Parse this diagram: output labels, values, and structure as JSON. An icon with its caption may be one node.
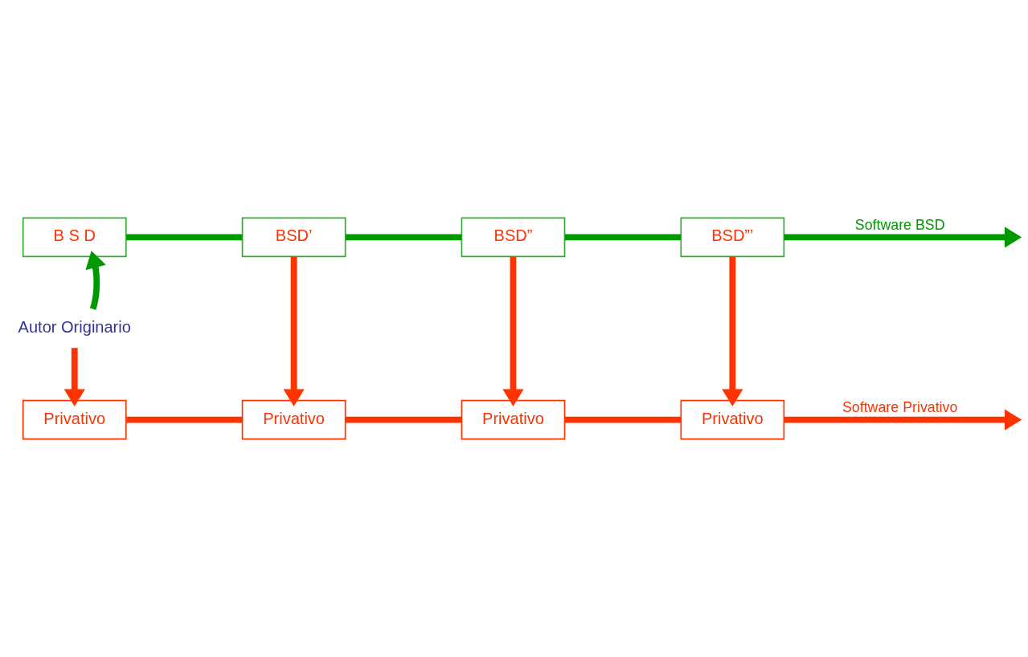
{
  "diagram": {
    "nodes": [
      {
        "text": [
          "B S D"
        ]
      },
      {
        "text": [
          "BSD’"
        ]
      },
      {
        "text": [
          "BSD”"
        ]
      },
      {
        "text": [
          "BSD”’"
        ]
      },
      {
        "text": [
          "Privativo"
        ]
      },
      {
        "text": [
          "Privativo"
        ]
      },
      {
        "text": [
          "Privativo"
        ]
      },
      {
        "text": [
          "Privativo"
        ]
      },
      {
        "text": [
          "Autor Originario"
        ]
      }
    ],
    "edges": [
      {
        "from": 0,
        "to": 1,
        "arrow": "none",
        "color": "#009900"
      },
      {
        "from": 1,
        "to": 2,
        "arrow": "none",
        "color": "#009900"
      },
      {
        "from": 2,
        "to": 3,
        "arrow": "none",
        "color": "#009900"
      },
      {
        "from": 3,
        "to": null,
        "arrow": "to",
        "label": "Software BSD",
        "color": "#009900"
      },
      {
        "from": 8,
        "to": 0,
        "arrow": "to",
        "color": "#009900"
      },
      {
        "from": 8,
        "to": 4,
        "arrow": "to"
      },
      {
        "from": 1,
        "to": 5,
        "arrow": "to"
      },
      {
        "from": 2,
        "to": 6,
        "arrow": "to"
      },
      {
        "from": 3,
        "to": 7,
        "arrow": "to"
      },
      {
        "from": 4,
        "to": 5,
        "arrow": "none"
      },
      {
        "from": 5,
        "to": 6,
        "arrow": "none"
      },
      {
        "from": 6,
        "to": 7,
        "arrow": "none"
      },
      {
        "from": 7,
        "to": null,
        "arrow": "to",
        "label": "Software Privativo"
      }
    ]
  }
}
